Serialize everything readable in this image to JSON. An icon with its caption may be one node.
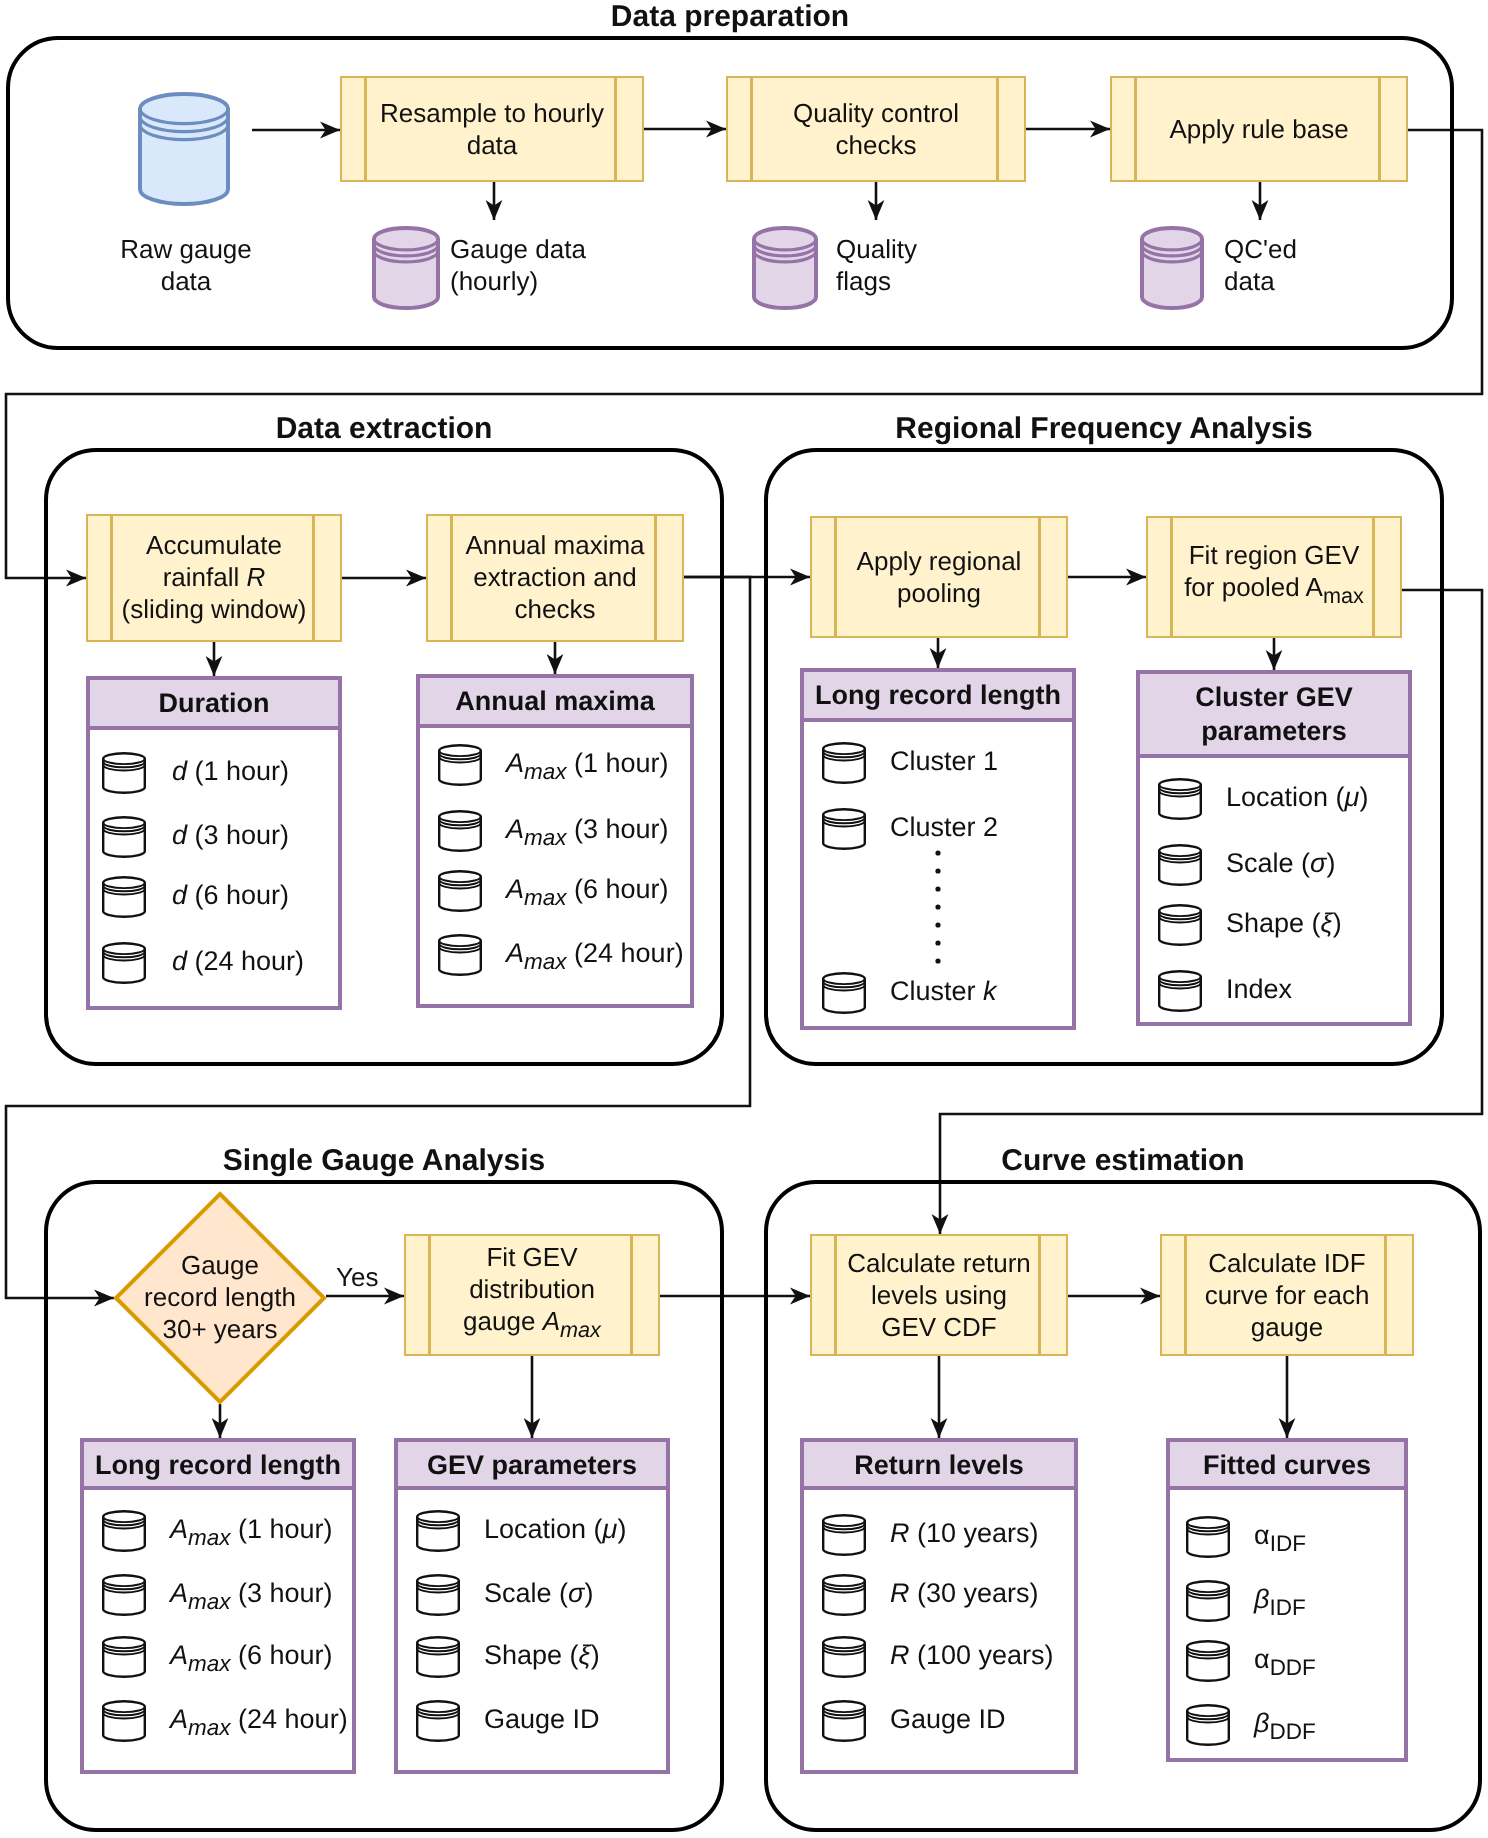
{
  "diagram": {
    "nodes": [
      {
        "text": [
          "Data preparation"
        ]
      },
      {
        "text": [
          "Raw gauge data"
        ],
        "in": 0
      },
      {
        "text": [
          "Resample to hourly data"
        ],
        "in": 0
      },
      {
        "text": [
          "Gauge data (hourly)"
        ],
        "in": 0
      },
      {
        "text": [
          "Quality control checks"
        ],
        "in": 0
      },
      {
        "text": [
          "Quality flags"
        ],
        "in": 0
      },
      {
        "text": [
          "Apply rule base"
        ],
        "in": 0
      },
      {
        "text": [
          "QC'ed data"
        ],
        "in": 0
      },
      {
        "text": [
          "Data extraction"
        ]
      },
      {
        "text": [
          "Accumulate rainfall *R* (sliding window)"
        ],
        "in": 8
      },
      {
        "text": [
          "Duration",
          "*d* (1 hour)",
          "*d* (3 hour)",
          "*d* (6 hour)",
          "*d* (24 hour)"
        ],
        "in": 8
      },
      {
        "text": [
          "Annual maxima extraction and checks"
        ],
        "in": 8
      },
      {
        "text": [
          "Annual maxima",
          "*A$_{max}$* (1 hour)",
          "*A$_{max}$* (3 hour)",
          "*A$_{max}$* (6 hour)",
          "*A$_{max}$* (24 hour)"
        ],
        "in": 8
      },
      {
        "text": [
          "Regional Frequency Analysis"
        ]
      },
      {
        "text": [
          "Apply regional pooling"
        ],
        "in": 13
      },
      {
        "text": [
          "Long record length",
          "Cluster 1",
          "Cluster 2",
          "Cluster *k*"
        ],
        "in": 13
      },
      {
        "text": [
          "Fit region GEV for pooled A$_{max}$"
        ],
        "in": 13
      },
      {
        "text": [
          "Cluster GEV parameters",
          "Location (*μ*)",
          "Scale (*σ*)",
          "Shape (*ξ*)",
          "Index"
        ],
        "in": 13
      },
      {
        "text": [
          "Single Gauge Analysis"
        ]
      },
      {
        "text": [
          "Gauge record length 30+ years"
        ],
        "in": 18
      },
      {
        "text": [
          "Long record length",
          "*A$_{max}$* (1 hour)",
          "*A$_{max}$* (3 hour)",
          "*A$_{max}$* (6 hour)",
          "*A$_{max}$* (24 hour)"
        ],
        "in": 18
      },
      {
        "text": [
          "Fit GEV distribution gauge *A$_{max}$*"
        ],
        "in": 18
      },
      {
        "text": [
          "GEV parameters",
          "Location (*μ*)",
          "Scale (*σ*)",
          "Shape (*ξ*)",
          "Gauge ID"
        ],
        "in": 18
      },
      {
        "text": [
          "Curve estimation"
        ]
      },
      {
        "text": [
          "Calculate return levels using GEV CDF"
        ],
        "in": 23
      },
      {
        "text": [
          "Return levels",
          "*R* (10 years)",
          "*R* (30 years)",
          "*R* (100 years)",
          "Gauge ID"
        ],
        "in": 23
      },
      {
        "text": [
          "Calculate IDF curve for each gauge"
        ],
        "in": 23
      },
      {
        "text": [
          "Fitted curves",
          "α$_{IDF}$",
          "*β*$_{IDF}$",
          "α$_{DDF}$",
          "*β*$_{DDF}$"
        ],
        "in": 23
      }
    ],
    "edges": [
      {
        "from": 1,
        "to": 2,
        "arrow": "to"
      },
      {
        "from": 2,
        "to": 3,
        "arrow": "to"
      },
      {
        "from": 2,
        "to": 4,
        "arrow": "to"
      },
      {
        "from": 4,
        "to": 5,
        "arrow": "to"
      },
      {
        "from": 4,
        "to": 6,
        "arrow": "to"
      },
      {
        "from": 6,
        "to": 7,
        "arrow": "to"
      },
      {
        "from": 6,
        "to": 9,
        "arrow": "to"
      },
      {
        "from": 9,
        "to": 10,
        "arrow": "to"
      },
      {
        "from": 9,
        "to": 11,
        "arrow": "to"
      },
      {
        "from": 11,
        "to": 12,
        "arrow": "to"
      },
      {
        "from": 11,
        "to": 14,
        "arrow": "to"
      },
      {
        "from": 11,
        "to": 19,
        "arrow": "to"
      },
      {
        "from": 14,
        "to": 15,
        "arrow": "to"
      },
      {
        "from": 14,
        "to": 16,
        "arrow": "to"
      },
      {
        "from": 16,
        "to": 17,
        "arrow": "to"
      },
      {
        "from": 16,
        "to": 24,
        "arrow": "to"
      },
      {
        "from": 19,
        "to": 20,
        "arrow": "to"
      },
      {
        "from": 19,
        "to": 21,
        "arrow": "to",
        "label": "Yes"
      },
      {
        "from": 21,
        "to": 22,
        "arrow": "to"
      },
      {
        "from": 21,
        "to": 24,
        "arrow": "to"
      },
      {
        "from": 24,
        "to": 25,
        "arrow": "to"
      },
      {
        "from": 24,
        "to": 26,
        "arrow": "to"
      },
      {
        "from": 26,
        "to": 27,
        "arrow": "to"
      }
    ]
  }
}
